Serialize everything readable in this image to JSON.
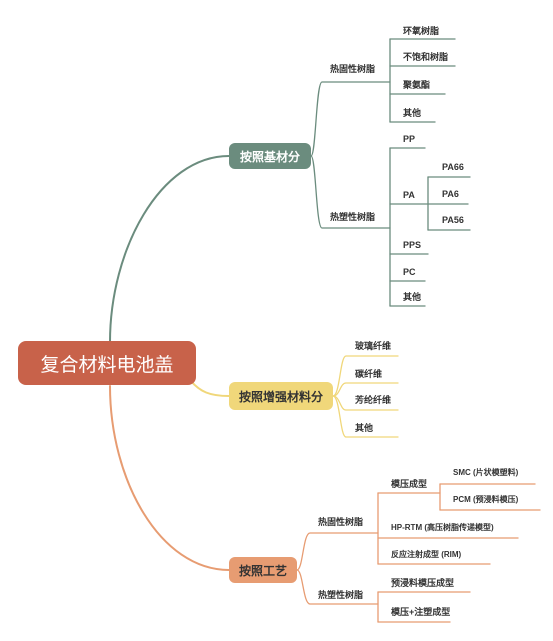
{
  "root": "复合材料电池盖",
  "branches": [
    {
      "label": "按照基材分",
      "groups": [
        {
          "label": "热固性树脂",
          "items": [
            "环氧树脂",
            "不饱和树脂",
            "聚氨酯",
            "其他"
          ]
        },
        {
          "label": "热塑性树脂",
          "items": [
            "PP",
            "PA",
            "PPS",
            "PC",
            "其他"
          ],
          "pa_sub": [
            "PA66",
            "PA6",
            "PA56"
          ]
        }
      ]
    },
    {
      "label": "按照增强材料分",
      "items": [
        "玻璃纤维",
        "碳纤维",
        "芳纶纤维",
        "其他"
      ]
    },
    {
      "label": "按照工艺",
      "groups": [
        {
          "label": "热固性树脂",
          "items": [
            "模压成型",
            "HP-RTM (高压树脂传递模型)",
            "反应注射成型 (RIM)"
          ],
          "mold_sub": [
            "SMC (片状模塑料)",
            "PCM (预浸料模压)"
          ]
        },
        {
          "label": "热塑性树脂",
          "items": [
            "预浸料模压成型",
            "模压+注塑成型"
          ]
        }
      ]
    }
  ],
  "colors": {
    "root": "#c8624a",
    "branch1": "#6b8c7e",
    "branch2": "#f0d77a",
    "branch3": "#e79c72"
  }
}
